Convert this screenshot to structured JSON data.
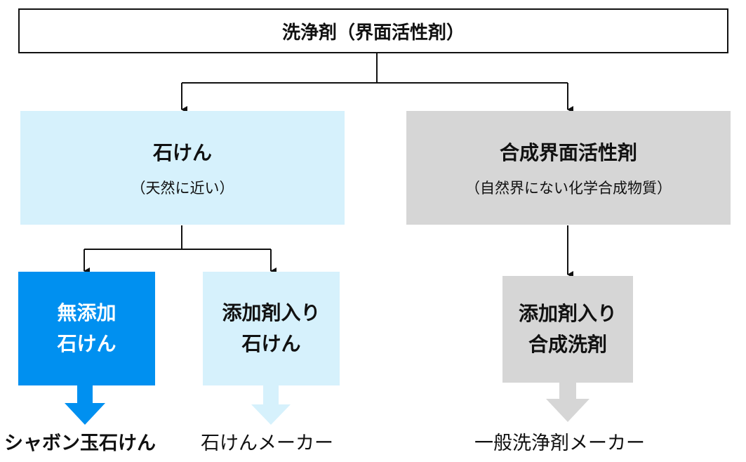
{
  "root": {
    "label": "洗浄剤（界面活性剤）"
  },
  "soap": {
    "title": "石けん",
    "subtitle": "（天然に近い）"
  },
  "synthetic": {
    "title": "合成界面活性剤",
    "subtitle": "（自然界にない化学合成物質）"
  },
  "additive_free": {
    "line1": "無添加",
    "line2": "石けん"
  },
  "additive_soap": {
    "line1": "添加剤入り",
    "line2": "石けん"
  },
  "additive_detergent": {
    "line1": "添加剤入り",
    "line2": "合成洗剤"
  },
  "outcomes": {
    "shabondama": "シャボン玉石けん",
    "soap_makers": "石けんメーカー",
    "general_makers": "一般洗浄剤メーカー"
  },
  "colors": {
    "soap_bg": "#d6f1fc",
    "synthetic_bg": "#d6d6d6",
    "highlight": "#0090f0",
    "light_arrow": "#d6f1fc",
    "gray_arrow": "#d6d6d6",
    "line": "#111111"
  }
}
